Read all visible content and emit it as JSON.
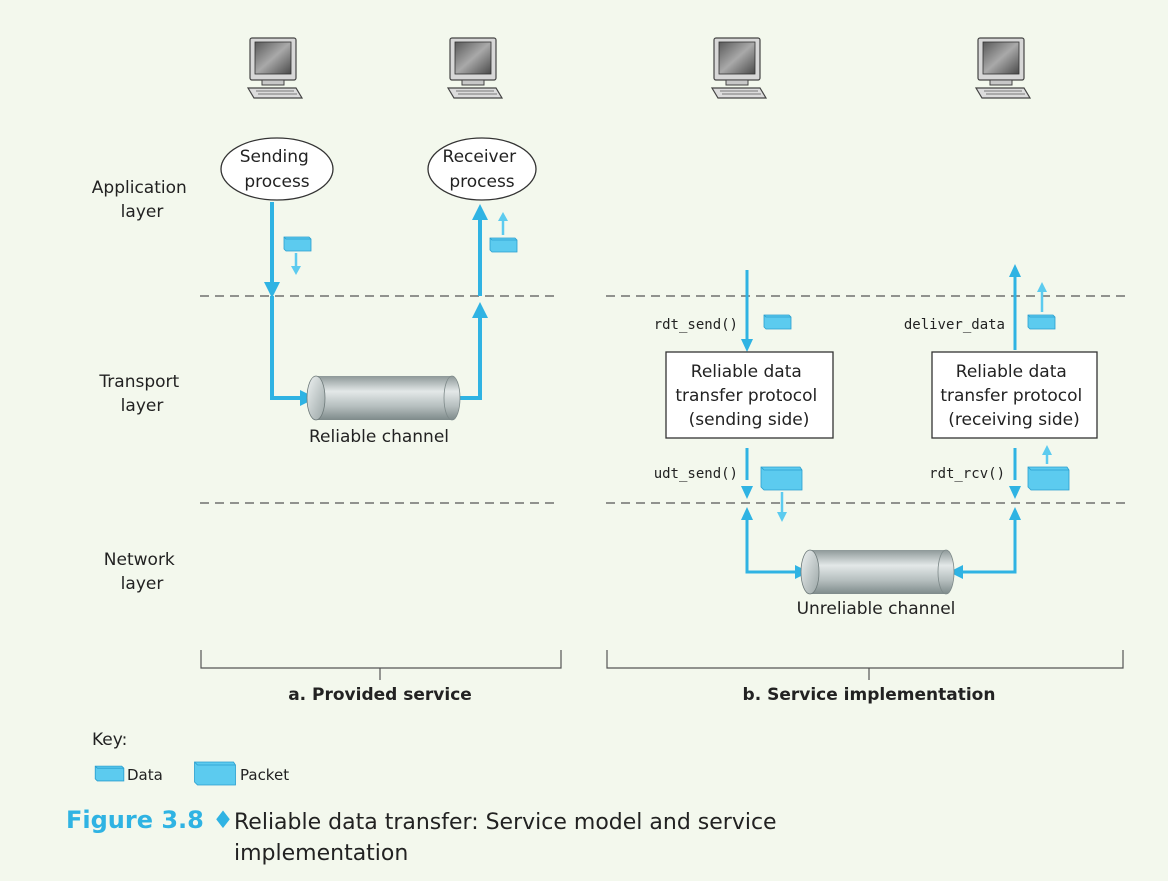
{
  "layers": {
    "application": [
      "Application",
      "layer"
    ],
    "transport": [
      "Transport",
      "layer"
    ],
    "network": [
      "Network",
      "layer"
    ]
  },
  "provided": {
    "sending_process": [
      "Sending",
      "process"
    ],
    "receiver_process": [
      "Receiver",
      "process"
    ],
    "reliable_channel": "Reliable channel",
    "caption": "a. Provided service"
  },
  "implementation": {
    "rdt_send": "rdt_send()",
    "deliver_data": "deliver_data",
    "udt_send": "udt_send()",
    "rdt_rcv": "rdt_rcv()",
    "sender_box": [
      "Reliable data",
      "transfer protocol",
      "(sending side)"
    ],
    "receiver_box": [
      "Reliable data",
      "transfer protocol",
      "(receiving side)"
    ],
    "unreliable_channel": "Unreliable channel",
    "caption": "b. Service implementation"
  },
  "key": {
    "title": "Key:",
    "data": "Data",
    "packet": "Packet"
  },
  "figure": {
    "number": "Figure 3.8",
    "separator": "♦",
    "caption": "Reliable data transfer: Service model and service implementation"
  },
  "colors": {
    "accent": "#2fb3e3",
    "packet": "#5ccbef",
    "background": "#f3f8ed"
  }
}
